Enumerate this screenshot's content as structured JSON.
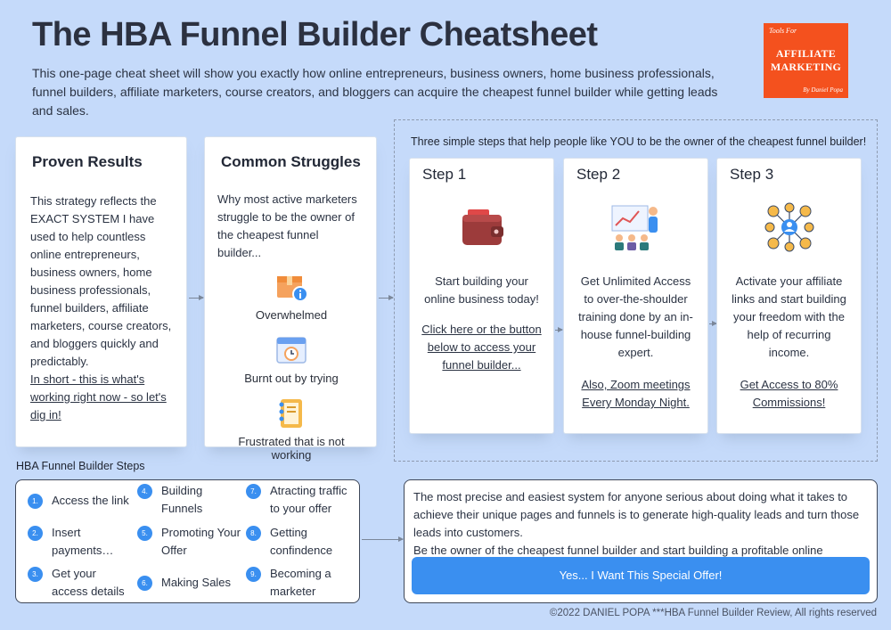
{
  "header": {
    "title": "The HBA Funnel Builder Cheatsheet",
    "intro": "This one-page cheat sheet will show you exactly how online entrepreneurs, business owners, home business professionals, funnel builders, affiliate marketers, course creators, and bloggers can acquire the cheapest funnel builder while getting leads and sales."
  },
  "logo": {
    "top": "Tools For",
    "line1": "AFFILIATE",
    "line2": "MARKETING",
    "by": "By Daniel Popa"
  },
  "proven": {
    "title": "Proven Results",
    "text": "This strategy reflects the EXACT SYSTEM I have used to help countless online entrepreneurs, business owners, home business professionals, funnel builders, affiliate marketers, course creators, and bloggers quickly and predictably.",
    "link": "In short - this is what's working right now - so let's dig in!"
  },
  "struggles": {
    "title": "Common Struggles",
    "text": "Why most active marketers struggle to be the owner of the cheapest funnel builder...",
    "items": [
      {
        "label": "Overwhelmed",
        "icon": "box-info-icon"
      },
      {
        "label": "Burnt out by trying",
        "icon": "calendar-clock-icon"
      },
      {
        "label": "Frustrated that is not working",
        "icon": "notebook-icon"
      }
    ]
  },
  "steps": {
    "heading": "Three simple steps that help people like YOU to be the owner of the cheapest funnel builder!",
    "items": [
      {
        "title": "Step 1",
        "icon": "wallet-icon",
        "text": "Start building your online business today!",
        "link": "Click here or the button below to access your funnel builder..."
      },
      {
        "title": "Step 2",
        "icon": "presentation-icon",
        "text": "Get Unlimited Access to over-the-shoulder training done by an in-house funnel-building expert.",
        "link": "Also, Zoom meetings Every Monday Night."
      },
      {
        "title": "Step 3",
        "icon": "affiliate-network-icon",
        "text": "Activate your affiliate links and start building your freedom with the help of recurring income.",
        "link": "Get Access to 80% Commissions!"
      }
    ]
  },
  "builder_steps": {
    "title": "HBA Funnel Builder Steps",
    "items": [
      {
        "num": "1.",
        "label": "Access the link"
      },
      {
        "num": "2.",
        "label": "Insert payments…"
      },
      {
        "num": "3.",
        "label": "Get your access details"
      },
      {
        "num": "4.",
        "label": "Building Funnels"
      },
      {
        "num": "5.",
        "label": "Promoting Your Offer"
      },
      {
        "num": "6.",
        "label": "Making Sales"
      },
      {
        "num": "7.",
        "label": "Atracting traffic to your offer"
      },
      {
        "num": "8.",
        "label": "Getting confindence"
      },
      {
        "num": "9.",
        "label": "Becoming a marketer"
      }
    ]
  },
  "offer": {
    "text1": "The most precise and easiest system for anyone serious about doing what it takes to achieve their unique pages and funnels is to generate high-quality leads and turn those leads into customers.",
    "text2": "Be the owner of the cheapest funnel builder and start building a profitable online",
    "button": "Yes... I Want This Special Offer!"
  },
  "footer": "©2022 DANIEL POPA ***HBA Funnel Builder Review, All rights reserved",
  "colors": {
    "background": "#c5dafa",
    "accent": "#3a8ff0",
    "logo": "#f4511e"
  }
}
